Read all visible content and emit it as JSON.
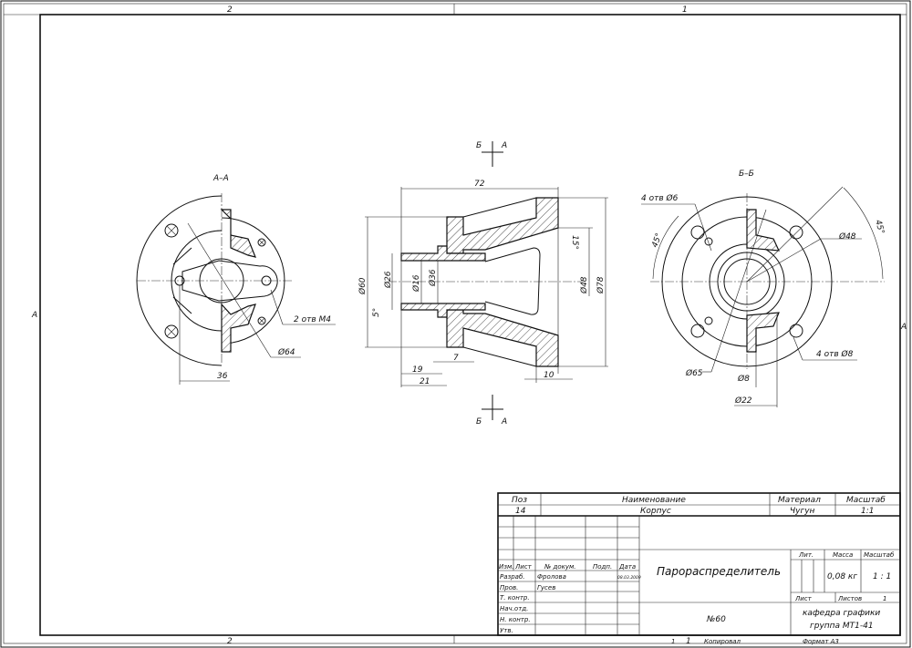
{
  "sheet": {
    "zones_top": [
      "2",
      "1"
    ],
    "zones_bottom": [
      "2",
      "1"
    ],
    "zone_left": "А",
    "zone_right": "А"
  },
  "views": {
    "section_aa": {
      "title": "А–А",
      "dim_holes": "2 отв М4",
      "dim_dia": "Ø64",
      "dim_36": "36"
    },
    "main": {
      "cut_top_left": "Б",
      "cut_top_right": "А",
      "cut_bot_left": "Б",
      "cut_bot_right": "А",
      "dim_72": "72",
      "dim_60": "Ø60",
      "dim_26": "Ø26",
      "dim_16": "Ø16",
      "dim_36": "Ø36",
      "dim_48": "Ø48",
      "dim_78": "Ø78",
      "dim_15deg": "15°",
      "dim_5deg": "5°",
      "dim_19": "19",
      "dim_21": "21",
      "dim_7": "7",
      "dim_10": "10"
    },
    "section_bb": {
      "title": "Б–Б",
      "holes6": "4 отв Ø6",
      "holes8": "4 отв Ø8",
      "dim_48": "Ø48",
      "dim_65": "Ø65",
      "dim_8": "Ø8",
      "dim_22": "Ø22",
      "angle_45a": "45°",
      "angle_45b": "45°"
    }
  },
  "title_block": {
    "spec": {
      "pos_h": "Поз",
      "name_h": "Наименование",
      "mat_h": "Материал",
      "scale_h": "Масштаб",
      "pos": "14",
      "name": "Корпус",
      "mat": "Чугун",
      "scale": "1:1"
    },
    "cols": {
      "izm": "Изм.",
      "list": "Лист",
      "doc": "№ докум.",
      "sign": "Подп.",
      "date": "Дата"
    },
    "roles": [
      {
        "role": "Разраб.",
        "name": "Фролова",
        "date": "08.03.2009"
      },
      {
        "role": "Пров.",
        "name": "Гусев",
        "date": ""
      },
      {
        "role": "Т. контр.",
        "name": "",
        "date": ""
      },
      {
        "role": "Нач.отд.",
        "name": "",
        "date": ""
      },
      {
        "role": "Н. контр.",
        "name": "",
        "date": ""
      },
      {
        "role": "Утв.",
        "name": "",
        "date": ""
      }
    ],
    "drawing_name": "Парораспределитель",
    "number": "№60",
    "lit_h": "Лит.",
    "mass_h": "Масса",
    "scale_h": "Масштаб",
    "mass": "0,08 кг",
    "scale": "1 : 1",
    "sheet_h": "Лист",
    "sheets_h": "Листов",
    "sheets": "1",
    "org_line1": "кафедра графики",
    "org_line2": "группа МТ1-41",
    "copied_num": "1",
    "copied": "Копировал",
    "format": "Формат А3"
  }
}
